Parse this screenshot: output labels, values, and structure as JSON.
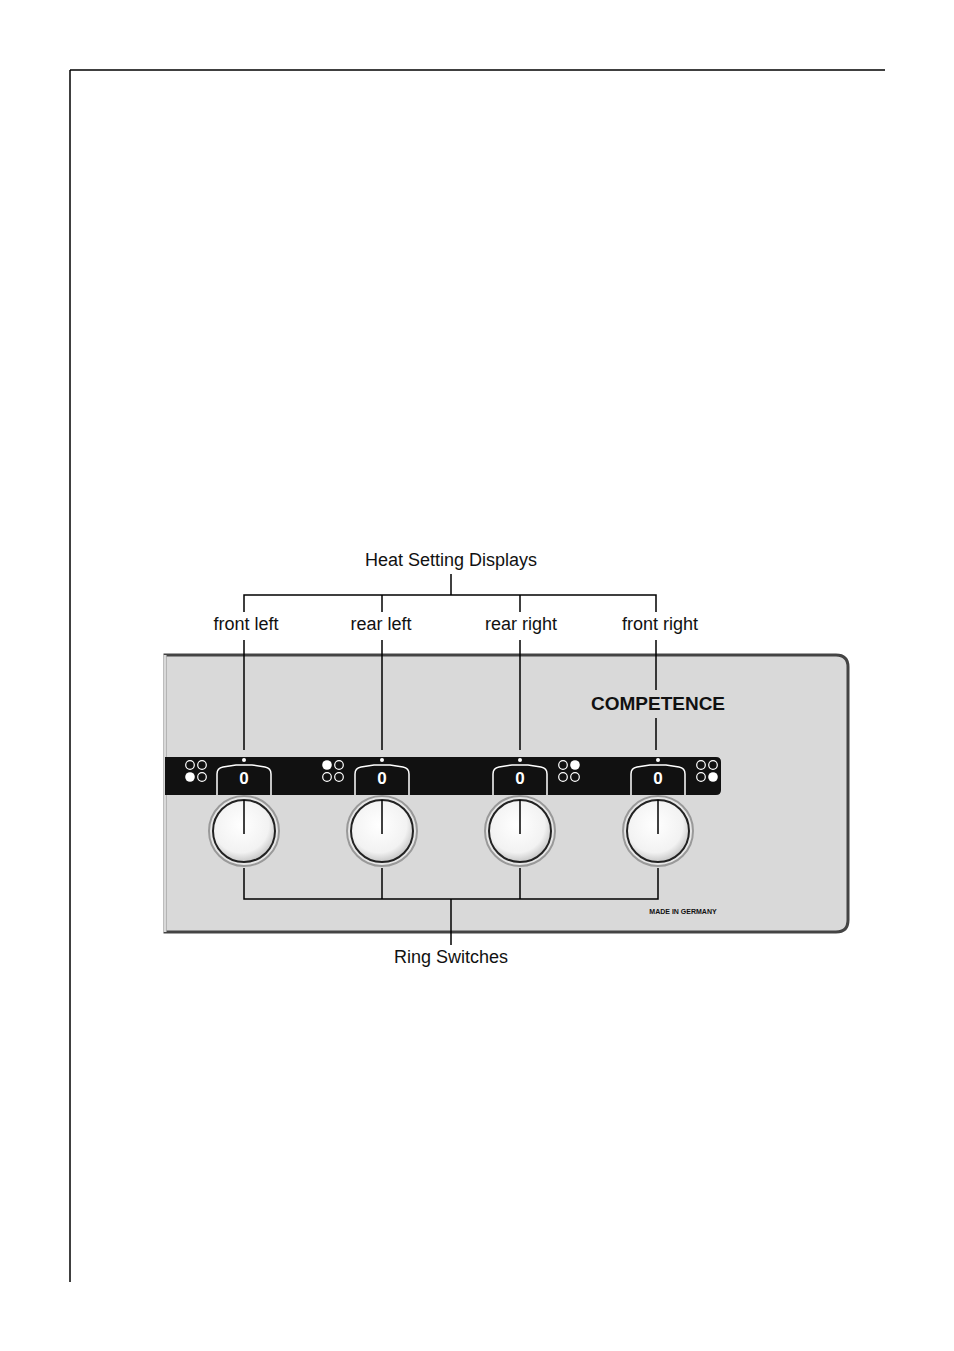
{
  "diagram": {
    "labels": [
      "Heat Setting Displays",
      "front left",
      "rear left",
      "rear right",
      "front right",
      "COMPETENCE",
      "0",
      "0",
      "0",
      "0",
      "MADE IN GERMANY",
      "Ring Switches"
    ]
  }
}
